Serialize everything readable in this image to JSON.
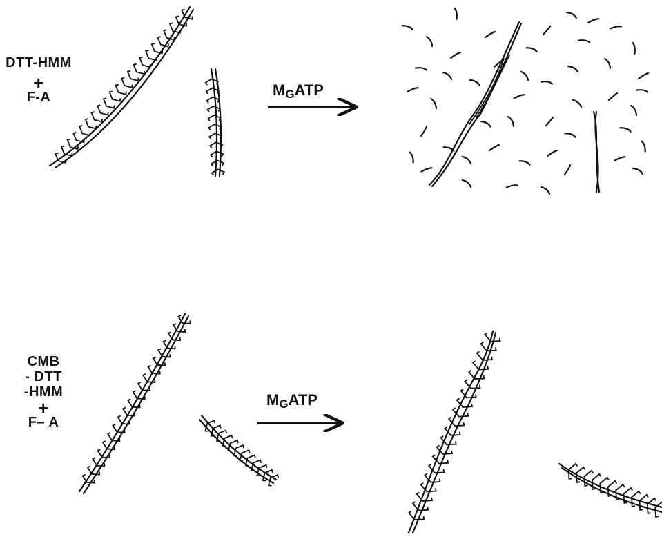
{
  "top_panel": {
    "reagent_line1": "DTT-HMM",
    "plus": "+",
    "reagent_line2": "F-A",
    "arrow_label_main": "M",
    "arrow_label_sub": "G",
    "arrow_label_rest": "ATP"
  },
  "bottom_panel": {
    "reagent_line1": "CMB",
    "reagent_line2": "- DTT",
    "reagent_line3": "-HMM",
    "plus": "+",
    "reagent_line4": "F– A",
    "arrow_label_main": "M",
    "arrow_label_sub": "G",
    "arrow_label_rest": "ATP"
  }
}
